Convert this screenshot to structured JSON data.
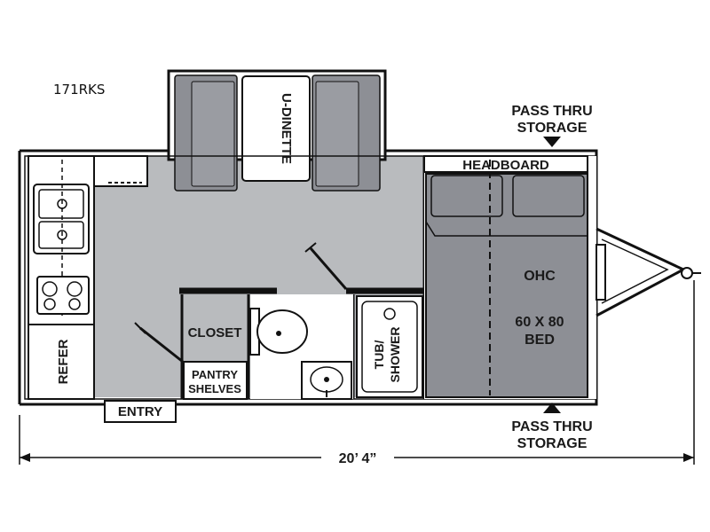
{
  "model": "171RKS",
  "labels": {
    "dinette": "U-DINETTE",
    "pass_thru_top": [
      "PASS THRU",
      "STORAGE"
    ],
    "pass_thru_bottom": [
      "PASS THRU",
      "STORAGE"
    ],
    "headboard": "HEADBOARD",
    "ohc": "OHC",
    "bed": [
      "60 X 80",
      "BED"
    ],
    "closet": "CLOSET",
    "pantry": [
      "PANTRY",
      "SHELVES"
    ],
    "tub": [
      "TUB/",
      "SHOWER"
    ],
    "refer": "REFER",
    "entry": "ENTRY",
    "length": "20’ 4”"
  },
  "colors": {
    "floor": "#b9bbbe",
    "furniture": "#8d8f95",
    "cushion": "#9a9ca2",
    "outline": "#111111",
    "counter": "#ffffff"
  }
}
